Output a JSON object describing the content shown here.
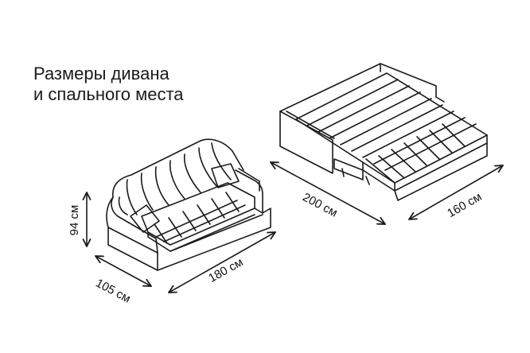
{
  "title": {
    "line1": "Размеры дивана",
    "line2": "и спального места"
  },
  "dimensions": {
    "height": "94 см",
    "depth": "105 см",
    "width": "180 см",
    "bed_length": "200 см",
    "bed_width": "160 см"
  },
  "colors": {
    "stroke": "#1a1a1a",
    "background": "#ffffff"
  }
}
